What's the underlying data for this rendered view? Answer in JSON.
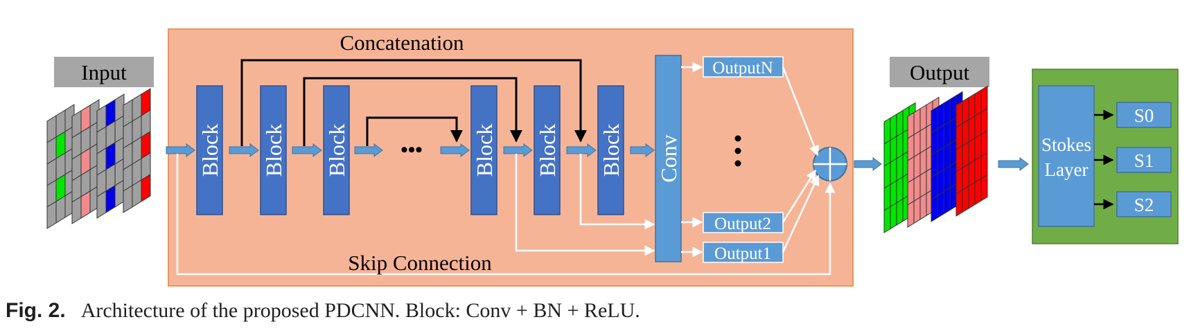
{
  "figure": {
    "input_label": "Input",
    "output_label": "Output",
    "concatenation_label": "Concatenation",
    "skip_label": "Skip Connection",
    "block_label": "Block",
    "conv_label": "Conv",
    "ellipsis": "•••",
    "outputs": {
      "top": "OutputN",
      "middle": "Output2",
      "bottom": "Output1"
    },
    "stokes": {
      "line1": "Stokes",
      "line2": "Layer"
    },
    "stokes_outputs": [
      "S0",
      "S1",
      "S2"
    ]
  },
  "caption": {
    "label": "Fig. 2.",
    "text": "Architecture of the proposed PDCNN. Block: Conv + BN + ReLU."
  },
  "colors": {
    "network_bg": "#f6b497",
    "block": "#4472c4",
    "conv": "#5b9bd5",
    "stokes_bg": "#70ad47",
    "label_bg": "#a6a6a6",
    "grid_green": "#00e600",
    "grid_pink": "#f28b8b",
    "grid_blue": "#0000ee",
    "grid_red": "#ff0000"
  }
}
